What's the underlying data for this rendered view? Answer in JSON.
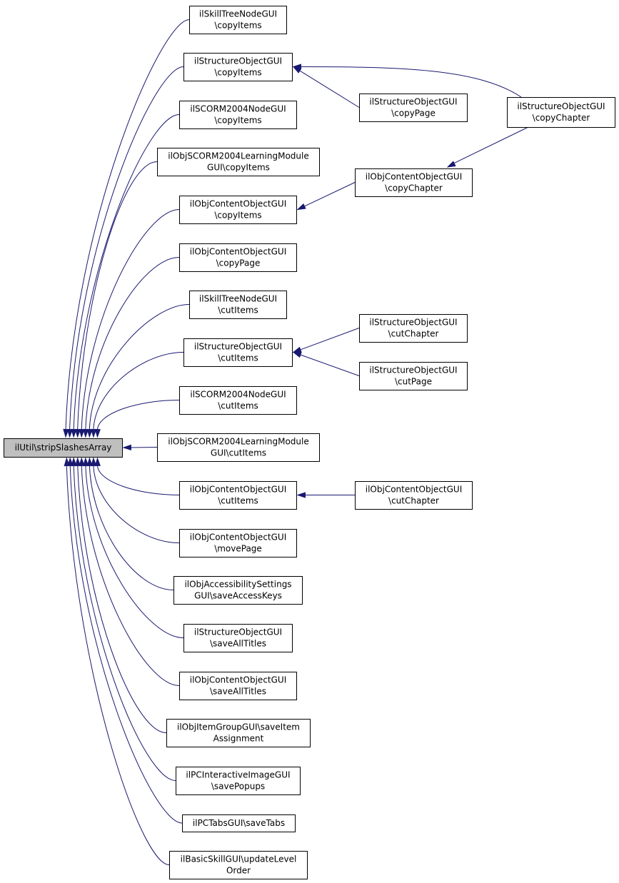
{
  "graph": {
    "nodes": [
      {
        "id": "root",
        "lines": [
          "ilUtil\\stripSlashesArray"
        ],
        "root": true
      },
      {
        "id": "n1",
        "lines": [
          "ilSkillTreeNodeGUI",
          "\\copyItems"
        ]
      },
      {
        "id": "n2",
        "lines": [
          "ilStructureObjectGUI",
          "\\copyItems"
        ]
      },
      {
        "id": "n3",
        "lines": [
          "ilSCORM2004NodeGUI",
          "\\copyItems"
        ]
      },
      {
        "id": "n4",
        "lines": [
          "ilObjSCORM2004LearningModule",
          "GUI\\copyItems"
        ]
      },
      {
        "id": "n5",
        "lines": [
          "ilObjContentObjectGUI",
          "\\copyItems"
        ]
      },
      {
        "id": "n6",
        "lines": [
          "ilObjContentObjectGUI",
          "\\copyPage"
        ]
      },
      {
        "id": "n7",
        "lines": [
          "ilSkillTreeNodeGUI",
          "\\cutItems"
        ]
      },
      {
        "id": "n8",
        "lines": [
          "ilStructureObjectGUI",
          "\\cutItems"
        ]
      },
      {
        "id": "n9",
        "lines": [
          "ilSCORM2004NodeGUI",
          "\\cutItems"
        ]
      },
      {
        "id": "n10",
        "lines": [
          "ilObjSCORM2004LearningModule",
          "GUI\\cutItems"
        ]
      },
      {
        "id": "n11",
        "lines": [
          "ilObjContentObjectGUI",
          "\\cutItems"
        ]
      },
      {
        "id": "n12",
        "lines": [
          "ilObjContentObjectGUI",
          "\\movePage"
        ]
      },
      {
        "id": "n13",
        "lines": [
          "ilObjAccessibilitySettings",
          "GUI\\saveAccessKeys"
        ]
      },
      {
        "id": "n14",
        "lines": [
          "ilStructureObjectGUI",
          "\\saveAllTitles"
        ]
      },
      {
        "id": "n15",
        "lines": [
          "ilObjContentObjectGUI",
          "\\saveAllTitles"
        ]
      },
      {
        "id": "n16",
        "lines": [
          "ilObjItemGroupGUI\\saveItem",
          "Assignment"
        ]
      },
      {
        "id": "n17",
        "lines": [
          "ilPCInteractiveImageGUI",
          "\\savePopups"
        ]
      },
      {
        "id": "n18",
        "lines": [
          "ilPCTabsGUI\\saveTabs"
        ]
      },
      {
        "id": "n19",
        "lines": [
          "ilBasicSkillGUI\\updateLevel",
          "Order"
        ]
      },
      {
        "id": "n20",
        "lines": [
          "ilStructureObjectGUI",
          "\\copyPage"
        ]
      },
      {
        "id": "n21",
        "lines": [
          "ilStructureObjectGUI",
          "\\copyChapter"
        ]
      },
      {
        "id": "n22",
        "lines": [
          "ilObjContentObjectGUI",
          "\\copyChapter"
        ]
      },
      {
        "id": "n23",
        "lines": [
          "ilStructureObjectGUI",
          "\\cutChapter"
        ]
      },
      {
        "id": "n24",
        "lines": [
          "ilStructureObjectGUI",
          "\\cutPage"
        ]
      },
      {
        "id": "n25",
        "lines": [
          "ilObjContentObjectGUI",
          "\\cutChapter"
        ]
      }
    ],
    "edges": [
      {
        "from": "n1",
        "to": "root"
      },
      {
        "from": "n2",
        "to": "root"
      },
      {
        "from": "n3",
        "to": "root"
      },
      {
        "from": "n4",
        "to": "root"
      },
      {
        "from": "n5",
        "to": "root"
      },
      {
        "from": "n6",
        "to": "root"
      },
      {
        "from": "n7",
        "to": "root"
      },
      {
        "from": "n8",
        "to": "root"
      },
      {
        "from": "n9",
        "to": "root"
      },
      {
        "from": "n10",
        "to": "root"
      },
      {
        "from": "n11",
        "to": "root"
      },
      {
        "from": "n12",
        "to": "root"
      },
      {
        "from": "n13",
        "to": "root"
      },
      {
        "from": "n14",
        "to": "root"
      },
      {
        "from": "n15",
        "to": "root"
      },
      {
        "from": "n16",
        "to": "root"
      },
      {
        "from": "n17",
        "to": "root"
      },
      {
        "from": "n18",
        "to": "root"
      },
      {
        "from": "n19",
        "to": "root"
      },
      {
        "from": "n20",
        "to": "n2"
      },
      {
        "from": "n21",
        "to": "n2"
      },
      {
        "from": "n22",
        "to": "n5"
      },
      {
        "from": "n21",
        "to": "n22"
      },
      {
        "from": "n23",
        "to": "n8"
      },
      {
        "from": "n24",
        "to": "n8"
      },
      {
        "from": "n25",
        "to": "n11"
      }
    ]
  },
  "colors": {
    "edge": "#191970",
    "root_fill": "#bfbfbf",
    "node_fill": "#ffffff",
    "border": "#000000"
  }
}
